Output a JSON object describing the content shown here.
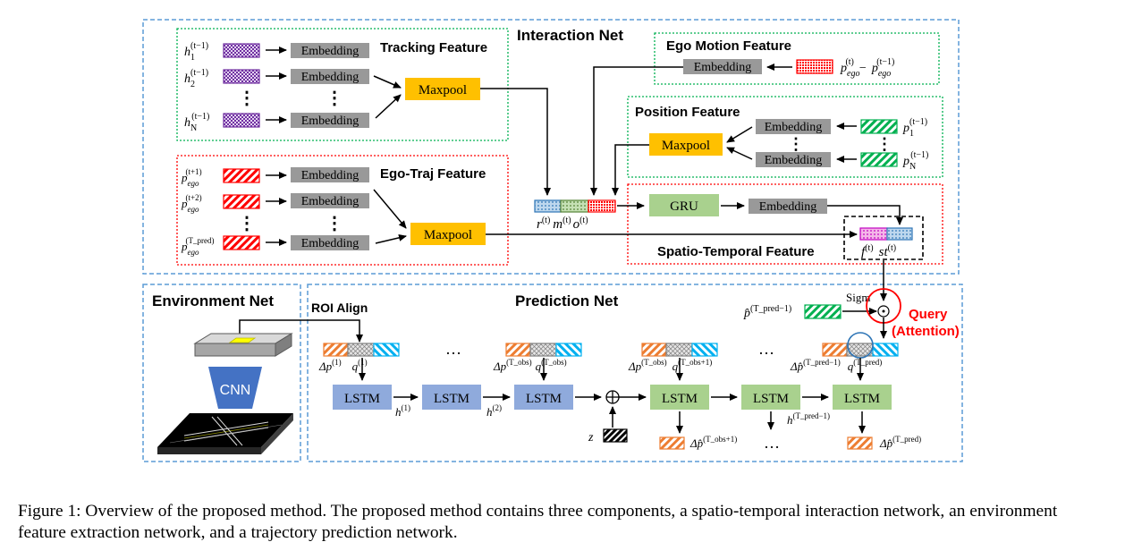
{
  "titles": {
    "interaction_net": "Interaction Net",
    "environment_net": "Environment Net",
    "prediction_net": "Prediction Net"
  },
  "tracking": {
    "title": "Tracking Feature",
    "labels": [
      "h",
      "h",
      "h"
    ],
    "subs": [
      "1",
      "2",
      "N"
    ],
    "sups": [
      "(t−1)",
      "(t−1)",
      "(t−1)"
    ],
    "embedding": "Embedding",
    "maxpool": "Maxpool",
    "dots": "⋮"
  },
  "egotraj": {
    "title": "Ego-Traj Feature",
    "labels": [
      "p",
      "p",
      "p"
    ],
    "subs": [
      "ego",
      "ego",
      "ego"
    ],
    "sups": [
      "(t+1)",
      "(t+2)",
      "(T_pred)"
    ],
    "embedding": "Embedding",
    "maxpool": "Maxpool",
    "dots": "⋮"
  },
  "egomotion": {
    "title": "Ego Motion Feature",
    "embedding": "Embedding",
    "formula_a": "p",
    "formula_a_sub": "ego",
    "formula_a_sup": "(t)",
    "formula_op": "−",
    "formula_b": "p",
    "formula_b_sub": "ego",
    "formula_b_sup": "(t−1)"
  },
  "position": {
    "title": "Position Feature",
    "maxpool": "Maxpool",
    "embedding": "Embedding",
    "dots": "⋮",
    "labels": [
      "p",
      "p"
    ],
    "subs": [
      "1",
      "N"
    ],
    "sups": [
      "(t−1)",
      "(t−1)"
    ]
  },
  "concat": {
    "r": "r",
    "r_sup": "(t)",
    "m": "m",
    "m_sup": "(t)",
    "o": "o",
    "o_sup": "(t)"
  },
  "spatiotemporal": {
    "title": "Spatio-Temporal Feature",
    "gru": "GRU",
    "embedding": "Embedding",
    "f": "f",
    "f_sup": "(t)",
    "st": "st",
    "st_sup": "(t)"
  },
  "environment": {
    "roi": "ROI Align",
    "cnn": "CNN"
  },
  "prediction": {
    "sigm": "Sigm",
    "query": "Query",
    "attention": "(Attention)",
    "phat_label": "p̂",
    "phat_sup": "(T_pred−1)",
    "lstm": "LSTM",
    "dots": "…",
    "dots_v": "⋮",
    "z": "z",
    "h1": "h",
    "h1_sup": "(1)",
    "h2": "h",
    "h2_sup": "(2)",
    "h_last": "h",
    "h_last_sup": "(T_pred−1)",
    "inputs": [
      {
        "dp": "Δp",
        "dp_sup": "(1)",
        "q": "q",
        "q_sup": "(1)"
      },
      {
        "dp": "Δp",
        "dp_sup": "(T_obs)",
        "q": "q",
        "q_sup": "(T_obs)"
      },
      {
        "dp": "Δp",
        "dp_sup": "(T_obs)",
        "q": "q",
        "q_sup": "(T_obs+1)"
      },
      {
        "dp": "Δp̂",
        "dp_sup": "(T_pred−1)",
        "q": "q",
        "q_sup": "(T_pred)"
      }
    ],
    "outputs": [
      {
        "label": "Δp̂",
        "sup": "(T_obs+1)"
      },
      {
        "label": "Δp̂",
        "sup": "(T_pred)"
      }
    ]
  },
  "caption": "Figure 1: Overview of the proposed method. The proposed method contains three components, a spatio-temporal interaction network, an environment feature extraction network, and a trajectory prediction network.",
  "colors": {
    "embedding": "#999999",
    "maxpool": "#ffc000",
    "gru": "#a9d18e",
    "lstm_blue": "#8faadc",
    "lstm_green": "#a9d18e",
    "purple": "#7030a0",
    "red": "#ff0000",
    "green": "#00b050",
    "orange": "#ed7d31",
    "cyan": "#00b0f0",
    "panel_blue": "#5b9bd5",
    "cnn": "#4472c4"
  }
}
